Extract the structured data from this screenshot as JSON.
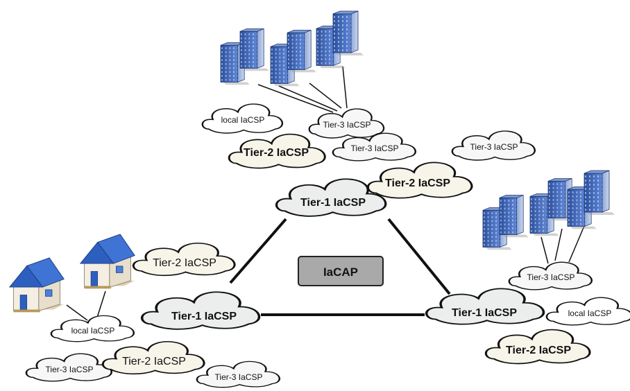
{
  "center": {
    "label": "IaCAP"
  },
  "clouds": {
    "top_tier1": "Tier-1 IaCSP",
    "top_tier2_left": "Tier-2 IaCSP",
    "top_tier2_right": "Tier-2 IaCSP",
    "top_tier3_a": "Tier-3 IaCSP",
    "top_tier3_b": "Tier-3 IaCSP",
    "top_tier3_c": "Tier-3 IaCSP",
    "top_local": "local IaCSP",
    "left_tier1": "Tier-1 IaCSP",
    "left_tier2_top": "Tier-2 IaCSP",
    "left_tier2_bottom": "Tier-2 IaCSP",
    "left_tier3_a": "Tier-3 IaCSP",
    "left_tier3_b": "Tier-3 IaCSP",
    "left_local": "local IaCSP",
    "right_tier1": "Tier-1 IaCSP",
    "right_tier2": "Tier-2 IaCSP",
    "right_tier3": "Tier-3 IaCSP",
    "right_local": "local IaCSP"
  },
  "icons": {
    "datacenter": "office-building-icon",
    "home": "house-icon"
  },
  "colors": {
    "tier1_fill": "#eceded",
    "tier2_fill": "#f7f5ea",
    "tier3_fill": "#f7f7f7",
    "local_fill": "#ffffff",
    "center_fill": "#a9a9a9",
    "building_blue": "#3a62b8",
    "roof_blue": "#2d5fbf",
    "link": "#111111"
  }
}
